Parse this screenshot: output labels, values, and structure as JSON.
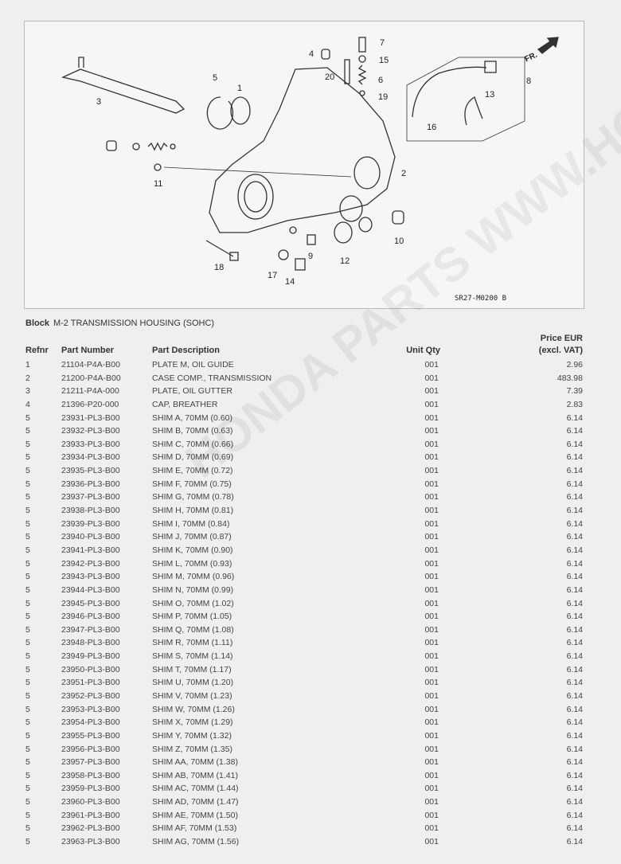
{
  "diagram": {
    "code": "SR27-M0200 B",
    "direction_label": "FR.",
    "callouts": [
      "1",
      "2",
      "3",
      "4",
      "5",
      "6",
      "7",
      "8",
      "9",
      "10",
      "11",
      "12",
      "13",
      "14",
      "15",
      "16",
      "17",
      "18",
      "19",
      "20"
    ]
  },
  "block": {
    "label": "Block",
    "title": "M-2 TRANSMISSION HOUSING (SOHC)"
  },
  "headers": {
    "refnr": "Refnr",
    "part_number": "Part Number",
    "description": "Part Description",
    "qty": "Unit Qty",
    "price_line1": "Price EUR",
    "price_line2": "(excl. VAT)"
  },
  "watermark": "HONDA PARTS WWW.HONDACITY.INFO",
  "rows": [
    {
      "ref": "1",
      "pn": "21104-P4A-B00",
      "desc": "PLATE M, OIL GUIDE",
      "qty": "001",
      "price": "2.96"
    },
    {
      "ref": "2",
      "pn": "21200-P4A-B00",
      "desc": "CASE COMP., TRANSMISSION",
      "qty": "001",
      "price": "483.98"
    },
    {
      "ref": "3",
      "pn": "21211-P4A-000",
      "desc": "PLATE, OIL GUTTER",
      "qty": "001",
      "price": "7.39"
    },
    {
      "ref": "4",
      "pn": "21396-P20-000",
      "desc": "CAP, BREATHER",
      "qty": "001",
      "price": "2.83"
    },
    {
      "ref": "5",
      "pn": "23931-PL3-B00",
      "desc": "SHIM A, 70MM (0.60)",
      "qty": "001",
      "price": "6.14"
    },
    {
      "ref": "5",
      "pn": "23932-PL3-B00",
      "desc": "SHIM B, 70MM (0.63)",
      "qty": "001",
      "price": "6.14"
    },
    {
      "ref": "5",
      "pn": "23933-PL3-B00",
      "desc": "SHIM C, 70MM (0.66)",
      "qty": "001",
      "price": "6.14"
    },
    {
      "ref": "5",
      "pn": "23934-PL3-B00",
      "desc": "SHIM D, 70MM (0.69)",
      "qty": "001",
      "price": "6.14"
    },
    {
      "ref": "5",
      "pn": "23935-PL3-B00",
      "desc": "SHIM E, 70MM (0.72)",
      "qty": "001",
      "price": "6.14"
    },
    {
      "ref": "5",
      "pn": "23936-PL3-B00",
      "desc": "SHIM F, 70MM (0.75)",
      "qty": "001",
      "price": "6.14"
    },
    {
      "ref": "5",
      "pn": "23937-PL3-B00",
      "desc": "SHIM G, 70MM (0.78)",
      "qty": "001",
      "price": "6.14"
    },
    {
      "ref": "5",
      "pn": "23938-PL3-B00",
      "desc": "SHIM H, 70MM (0.81)",
      "qty": "001",
      "price": "6.14"
    },
    {
      "ref": "5",
      "pn": "23939-PL3-B00",
      "desc": "SHIM I, 70MM (0.84)",
      "qty": "001",
      "price": "6.14"
    },
    {
      "ref": "5",
      "pn": "23940-PL3-B00",
      "desc": "SHIM J, 70MM (0.87)",
      "qty": "001",
      "price": "6.14"
    },
    {
      "ref": "5",
      "pn": "23941-PL3-B00",
      "desc": "SHIM K, 70MM (0.90)",
      "qty": "001",
      "price": "6.14"
    },
    {
      "ref": "5",
      "pn": "23942-PL3-B00",
      "desc": "SHIM L, 70MM (0.93)",
      "qty": "001",
      "price": "6.14"
    },
    {
      "ref": "5",
      "pn": "23943-PL3-B00",
      "desc": "SHIM M, 70MM (0.96)",
      "qty": "001",
      "price": "6.14"
    },
    {
      "ref": "5",
      "pn": "23944-PL3-B00",
      "desc": "SHIM N, 70MM (0.99)",
      "qty": "001",
      "price": "6.14"
    },
    {
      "ref": "5",
      "pn": "23945-PL3-B00",
      "desc": "SHIM O, 70MM (1.02)",
      "qty": "001",
      "price": "6.14"
    },
    {
      "ref": "5",
      "pn": "23946-PL3-B00",
      "desc": "SHIM P, 70MM (1.05)",
      "qty": "001",
      "price": "6.14"
    },
    {
      "ref": "5",
      "pn": "23947-PL3-B00",
      "desc": "SHIM Q, 70MM (1.08)",
      "qty": "001",
      "price": "6.14"
    },
    {
      "ref": "5",
      "pn": "23948-PL3-B00",
      "desc": "SHIM R, 70MM (1.11)",
      "qty": "001",
      "price": "6.14"
    },
    {
      "ref": "5",
      "pn": "23949-PL3-B00",
      "desc": "SHIM S, 70MM (1.14)",
      "qty": "001",
      "price": "6.14"
    },
    {
      "ref": "5",
      "pn": "23950-PL3-B00",
      "desc": "SHIM T, 70MM (1.17)",
      "qty": "001",
      "price": "6.14"
    },
    {
      "ref": "5",
      "pn": "23951-PL3-B00",
      "desc": "SHIM U, 70MM (1.20)",
      "qty": "001",
      "price": "6.14"
    },
    {
      "ref": "5",
      "pn": "23952-PL3-B00",
      "desc": "SHIM V, 70MM (1.23)",
      "qty": "001",
      "price": "6.14"
    },
    {
      "ref": "5",
      "pn": "23953-PL3-B00",
      "desc": "SHIM W, 70MM (1.26)",
      "qty": "001",
      "price": "6.14"
    },
    {
      "ref": "5",
      "pn": "23954-PL3-B00",
      "desc": "SHIM X, 70MM (1.29)",
      "qty": "001",
      "price": "6.14"
    },
    {
      "ref": "5",
      "pn": "23955-PL3-B00",
      "desc": "SHIM Y, 70MM (1.32)",
      "qty": "001",
      "price": "6.14"
    },
    {
      "ref": "5",
      "pn": "23956-PL3-B00",
      "desc": "SHIM Z, 70MM (1.35)",
      "qty": "001",
      "price": "6.14"
    },
    {
      "ref": "5",
      "pn": "23957-PL3-B00",
      "desc": "SHIM AA, 70MM (1.38)",
      "qty": "001",
      "price": "6.14"
    },
    {
      "ref": "5",
      "pn": "23958-PL3-B00",
      "desc": "SHIM AB, 70MM (1.41)",
      "qty": "001",
      "price": "6.14"
    },
    {
      "ref": "5",
      "pn": "23959-PL3-B00",
      "desc": "SHIM AC, 70MM (1.44)",
      "qty": "001",
      "price": "6.14"
    },
    {
      "ref": "5",
      "pn": "23960-PL3-B00",
      "desc": "SHIM AD, 70MM (1.47)",
      "qty": "001",
      "price": "6.14"
    },
    {
      "ref": "5",
      "pn": "23961-PL3-B00",
      "desc": "SHIM AE, 70MM (1.50)",
      "qty": "001",
      "price": "6.14"
    },
    {
      "ref": "5",
      "pn": "23962-PL3-B00",
      "desc": "SHIM AF, 70MM (1.53)",
      "qty": "001",
      "price": "6.14"
    },
    {
      "ref": "5",
      "pn": "23963-PL3-B00",
      "desc": "SHIM AG, 70MM (1.56)",
      "qty": "001",
      "price": "6.14"
    }
  ]
}
